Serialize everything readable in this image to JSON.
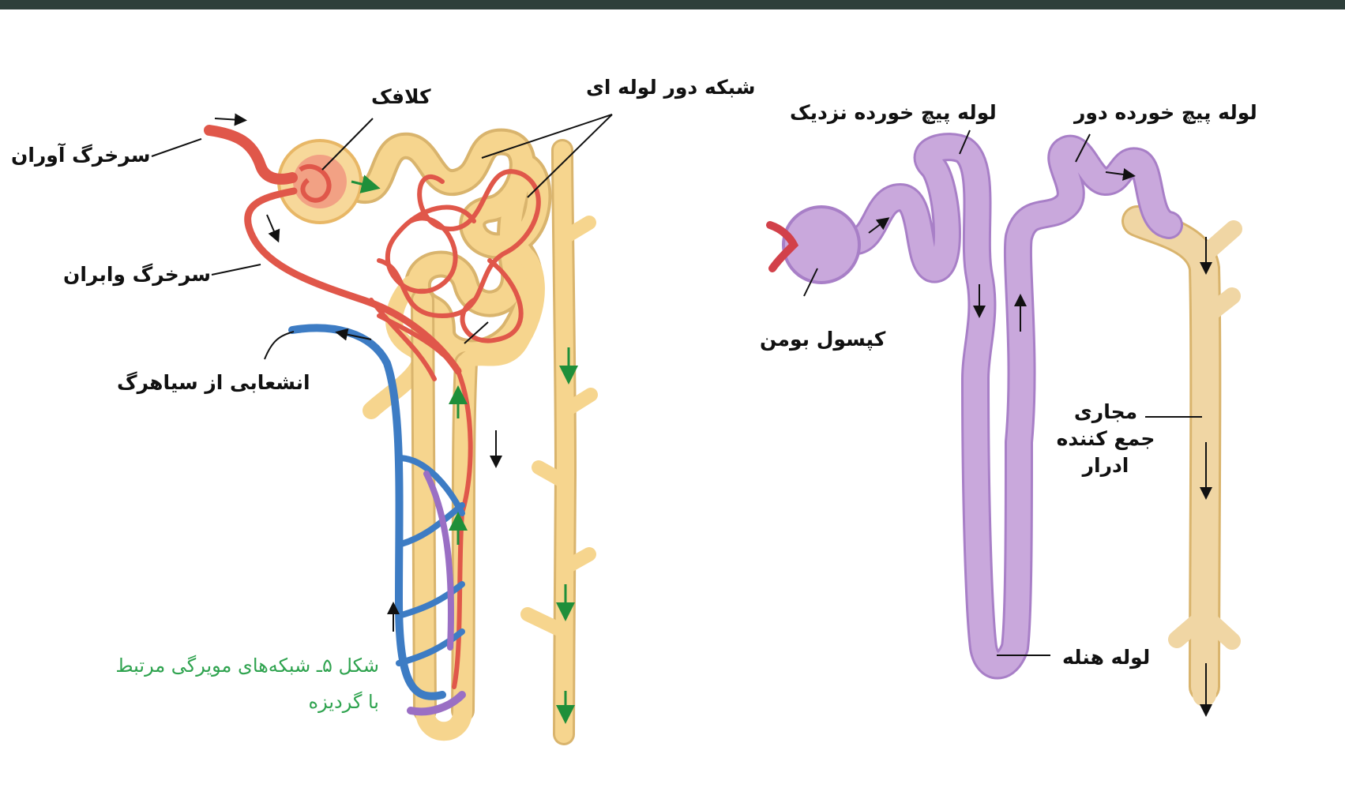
{
  "labels": {
    "glomerulus": "کلافک",
    "peritubular_network": "شبکه دور لوله ای",
    "afferent_arteriole": "سرخرگ آوران",
    "efferent_arteriole": "سرخرگ وابران",
    "venule_branch": "انشعابی از سیاهرگ",
    "proximal_tubule": "لوله پیچ خورده نزدیک",
    "distal_tubule": "لوله پیچ خورده دور",
    "bowman_capsule": "کپسول بومن",
    "collecting_duct": "مجاری جمع کننده ادرار",
    "loop_of_henle": "لوله هنله"
  },
  "caption": {
    "line1": "شکل ۵ـ شبکه‌های مویرگی مرتبط",
    "line2": "با گردیزه"
  },
  "colors": {
    "artery": "#e0574a",
    "vein": "#3d7cc4",
    "tubule": "#f6d58e",
    "nephron_purple": "#c9a8dc",
    "duct": "#f0d6a4",
    "flow_arrow_green": "#1f8f3a",
    "caption_green": "#2fa34f",
    "topbar": "#2e3f3a"
  }
}
